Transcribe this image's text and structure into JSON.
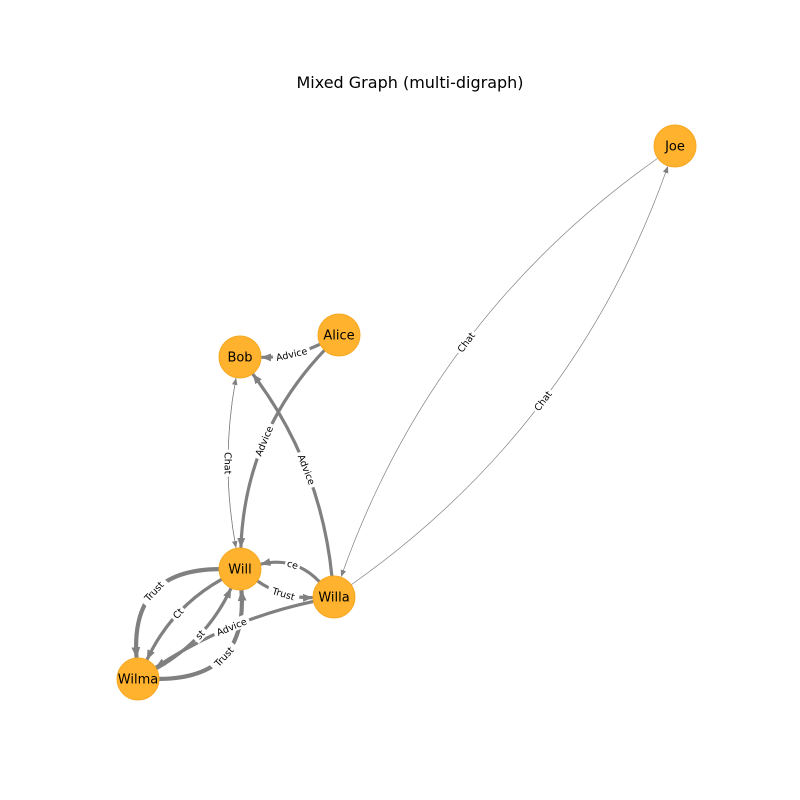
{
  "title": "Mixed Graph (multi-digraph)",
  "colors": {
    "node": "#FFB22E",
    "node_stroke": "#F7A823",
    "edge": "#808080",
    "background": "#ffffff"
  },
  "nodes": [
    {
      "id": "Joe",
      "label": "Joe"
    },
    {
      "id": "Alice",
      "label": "Alice"
    },
    {
      "id": "Bob",
      "label": "Bob"
    },
    {
      "id": "Will",
      "label": "Will"
    },
    {
      "id": "Willa",
      "label": "Willa"
    },
    {
      "id": "Wilma",
      "label": "Wilma"
    }
  ],
  "edges": [
    {
      "source": "Alice",
      "target": "Bob",
      "label": "Advice",
      "weight": 3
    },
    {
      "source": "Alice",
      "target": "Will",
      "label": "Advice",
      "weight": 3
    },
    {
      "source": "Willa",
      "target": "Bob",
      "label": "Advice",
      "weight": 3
    },
    {
      "source": "Bob",
      "target": "Will",
      "label": "Chat",
      "weight": 1
    },
    {
      "source": "Will",
      "target": "Bob",
      "label": "Chat",
      "weight": 1
    },
    {
      "source": "Joe",
      "target": "Willa",
      "label": "Chat",
      "weight": 1
    },
    {
      "source": "Willa",
      "target": "Joe",
      "label": "Chat",
      "weight": 1
    },
    {
      "source": "Will",
      "target": "Willa",
      "label": "Trust",
      "weight": 3
    },
    {
      "source": "Willa",
      "target": "Will",
      "label": "ce",
      "weight": 3
    },
    {
      "source": "Will",
      "target": "Wilma",
      "label": "Trust",
      "weight": 4
    },
    {
      "source": "Wilma",
      "target": "Will",
      "label": "Trust",
      "weight": 4
    },
    {
      "source": "Will",
      "target": "Wilma",
      "label": "Ct",
      "weight": 3
    },
    {
      "source": "Wilma",
      "target": "Will",
      "label": "st",
      "weight": 3
    },
    {
      "source": "Willa",
      "target": "Wilma",
      "label": "Advice",
      "weight": 3
    }
  ]
}
